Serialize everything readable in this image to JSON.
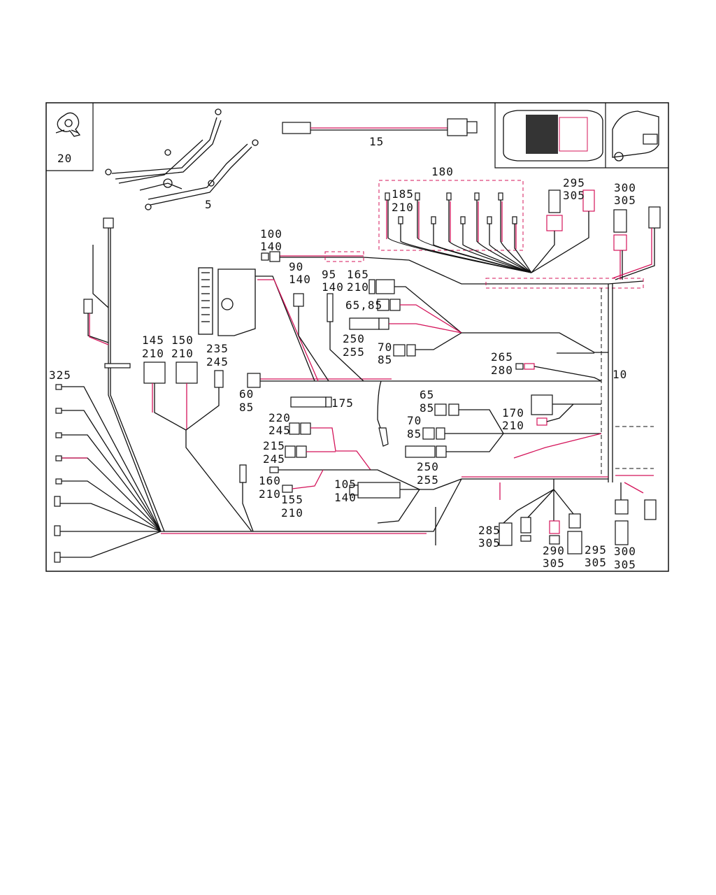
{
  "colors": {
    "wire_black": "#111111",
    "wire_red": "#d4145a",
    "frame": "#111111"
  },
  "labels": {
    "l20": "20",
    "l5": "5",
    "l15": "15",
    "l180": "180",
    "l185": "185",
    "l185b": "210",
    "l295a": "295",
    "l295b": "305",
    "l300a": "300",
    "l300b": "305",
    "l100": "100",
    "l100b": "140",
    "l90": "90",
    "l90b": "140",
    "l95": "95",
    "l95b": "140",
    "l165": "165",
    "l165b": "210",
    "l6585": "65,85",
    "l250": "250",
    "l250b": "255",
    "l70": "70",
    "l70b": "85",
    "l265": "265",
    "l265b": "280",
    "l10": "10",
    "l145": "145",
    "l145b": "210",
    "l150": "150",
    "l150b": "210",
    "l235": "235",
    "l235b": "245",
    "l325": "325",
    "l60": "60",
    "l60b": "85",
    "l175": "175",
    "l65": "65",
    "l65b": "85",
    "l170": "170",
    "l170b": "210",
    "l70c": "70",
    "l70d": "85",
    "l220": "220",
    "l220b": "245",
    "l215": "215",
    "l215b": "245",
    "l250c": "250",
    "l250d": "255",
    "l160": "160",
    "l160b": "210",
    "l155": "155",
    "l155b": "210",
    "l105": "105",
    "l105b": "140",
    "l285": "285",
    "l285b": "305",
    "l290": "290",
    "l290b": "305",
    "l295c": "295",
    "l295d": "305",
    "l300c": "300",
    "l300d": "305"
  }
}
